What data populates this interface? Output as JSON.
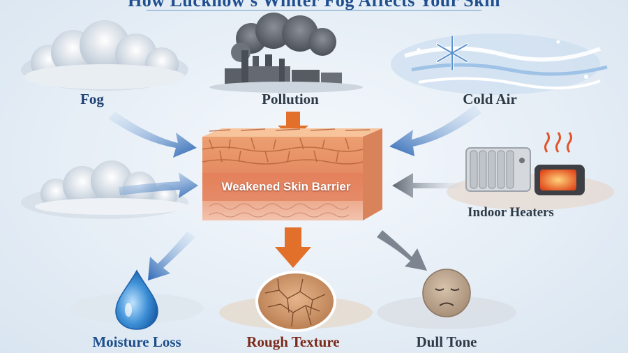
{
  "title": "How Lucknow's Winter Fog Affects Your Skin",
  "causes": {
    "fog": "Fog",
    "pollution": "Pollution",
    "cold_air": "Cold Air",
    "indoor_heaters": "Indoor Heaters"
  },
  "center": {
    "label": "Weakened Skin Barrier"
  },
  "effects": {
    "moisture_loss": "Moisture Loss",
    "rough_texture": "Rough Texture",
    "dull_tone": "Dull Tone"
  },
  "icons": {
    "fog": "cloud-icon",
    "pollution": "factory-icon",
    "cold_air": "snowflake-wind-icon",
    "indoor_heaters": "heater-icon",
    "barrier": "skin-layers-icon",
    "moisture_loss": "water-drop-icon",
    "rough_texture": "cracked-skin-icon",
    "dull_tone": "sad-face-icon"
  },
  "colors": {
    "title": "#1f4f8f",
    "blue_arrow": "#3f78c0",
    "orange_arrow": "#e2702a",
    "gray_arrow": "#7d8590",
    "skin": "#f0a87e"
  }
}
